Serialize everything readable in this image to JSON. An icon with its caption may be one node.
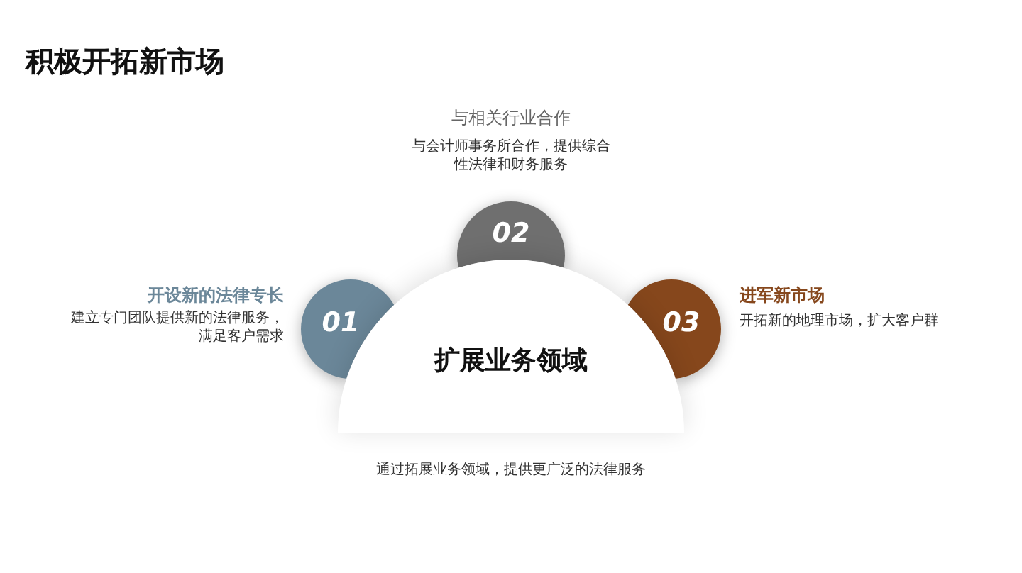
{
  "diagram": {
    "title": "积极开拓新市场",
    "nodes": [
      {
        "text": [
          "01"
        ],
        "beside": [
          "开设新的法律专长",
          "建立专门团队提供新的法律服务，满足客户需求"
        ]
      },
      {
        "text": [
          "02"
        ],
        "beside": [
          "与相关行业合作",
          "与会计师事务所合作，提供综合性法律和财务服务"
        ]
      },
      {
        "text": [
          "03"
        ],
        "beside": [
          "进军新市场",
          "开拓新的地理市场，扩大客户群"
        ]
      },
      {
        "text": [
          "扩展业务领域"
        ]
      }
    ],
    "labels": [
      "通过拓展业务领域，提供更广泛的法律服务"
    ]
  }
}
